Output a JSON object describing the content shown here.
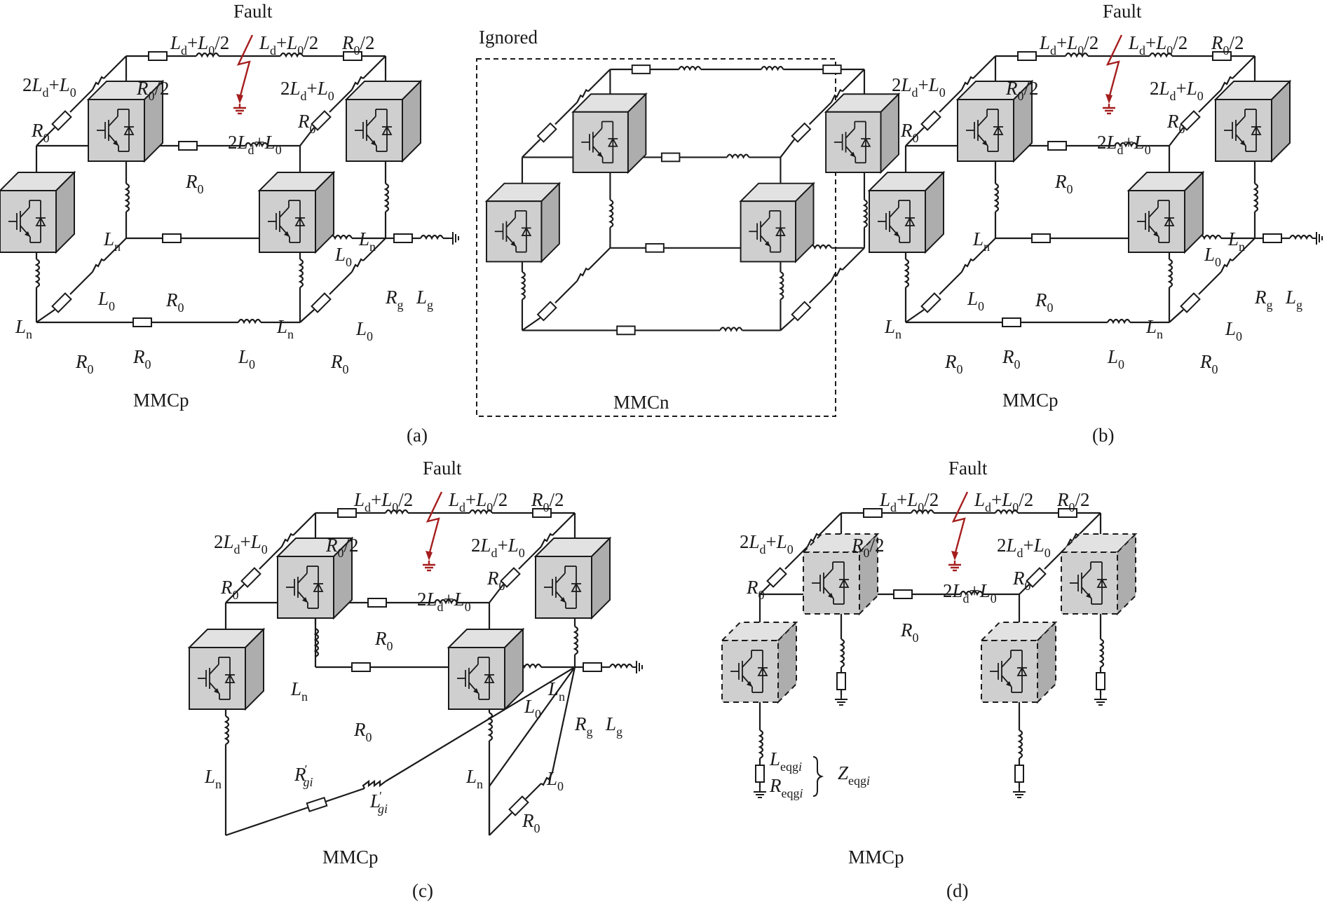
{
  "panels": {
    "a": {
      "caption": "(a)",
      "name": "MMCp"
    },
    "ignored": {
      "label": "Ignored",
      "name": "MMCn"
    },
    "b": {
      "caption": "(b)",
      "name": "MMCp"
    },
    "c": {
      "caption": "(c)",
      "name": "MMCp"
    },
    "d": {
      "caption": "(d)",
      "name": "MMCp"
    }
  },
  "labels": {
    "fault": "Fault",
    "ld_l0_half": "L_d+L_0/2",
    "r0_half": "R_0/2",
    "two_ld_l0": "2L_d+L_0",
    "r0": "R_0",
    "l0": "L_0",
    "ln": "L_n",
    "rg": "R_g",
    "lg": "L_g",
    "rgi_prime": "R′_gi",
    "lgi_prime": "L′_gi",
    "leqgi": "L_eqgi",
    "reqgi": "R_eqgi",
    "zeqgi": "Z_eqgi"
  },
  "colors": {
    "wire": "#1a1a1a",
    "fault": "#a51d1d",
    "box_fill": "#cfcfcf"
  }
}
